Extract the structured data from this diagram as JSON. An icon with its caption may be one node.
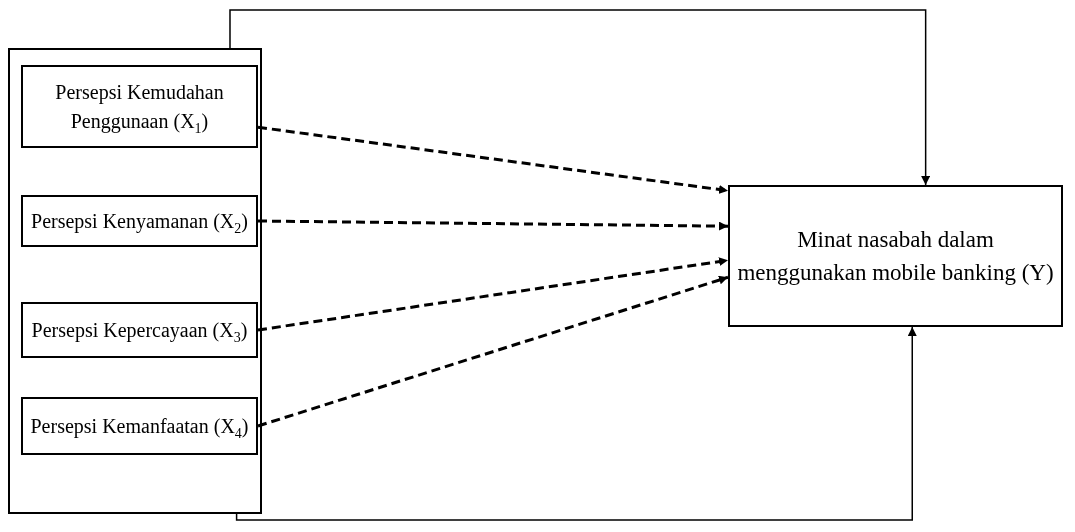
{
  "diagram": {
    "nodes": [
      {
        "text": [],
        "shape": "box"
      },
      {
        "text": [
          "Persepsi Kemudahan Penggunaan (X$_{1}$)"
        ],
        "in": 0
      },
      {
        "text": [
          "Persepsi Kenyamanan (X$_{2}$)"
        ],
        "in": 0
      },
      {
        "text": [
          "Persepsi Kepercayaan (X$_{3}$)"
        ],
        "in": 0
      },
      {
        "text": [
          "Persepsi  Kemanfaatan (X$_{4}$)"
        ],
        "in": 0
      },
      {
        "text": [
          "Minat nasabah  dalam menggunakan mobile banking (Y)"
        ]
      }
    ],
    "edges": [
      {
        "from": 1,
        "to": 5,
        "arrow": "to",
        "style": "dashed"
      },
      {
        "from": 2,
        "to": 5,
        "arrow": "to",
        "style": "dashed"
      },
      {
        "from": 3,
        "to": 5,
        "arrow": "to",
        "style": "dashed"
      },
      {
        "from": 4,
        "to": 5,
        "arrow": "to",
        "style": "dashed"
      },
      {
        "from": 0,
        "to": 5,
        "arrow": "to"
      },
      {
        "from": 0,
        "to": 5,
        "arrow": "to"
      }
    ]
  }
}
